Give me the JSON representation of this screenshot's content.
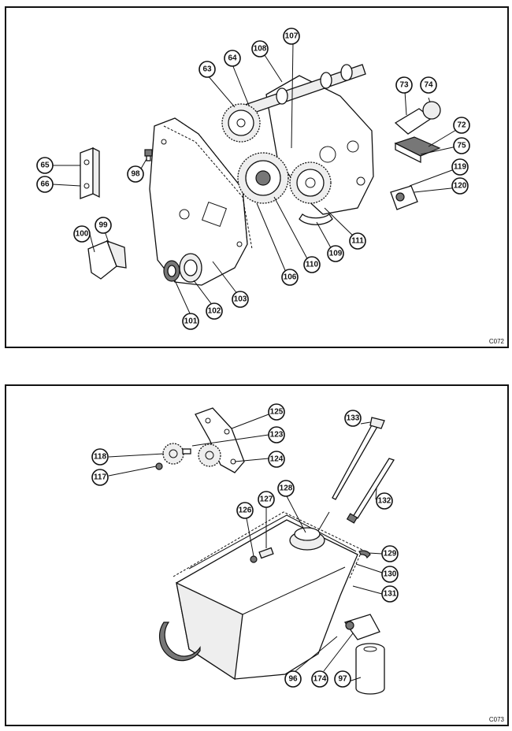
{
  "panels": [
    {
      "code": "C072",
      "labels": [
        "63",
        "64",
        "108",
        "107",
        "73",
        "74",
        "72",
        "75",
        "119",
        "120",
        "65",
        "66",
        "98",
        "100",
        "99",
        "111",
        "109",
        "110",
        "106",
        "101",
        "102",
        "103"
      ]
    },
    {
      "code": "C073",
      "labels": [
        "125",
        "123",
        "124",
        "118",
        "117",
        "133",
        "132",
        "128",
        "127",
        "126",
        "129",
        "130",
        "131",
        "96",
        "174",
        "97"
      ]
    }
  ]
}
